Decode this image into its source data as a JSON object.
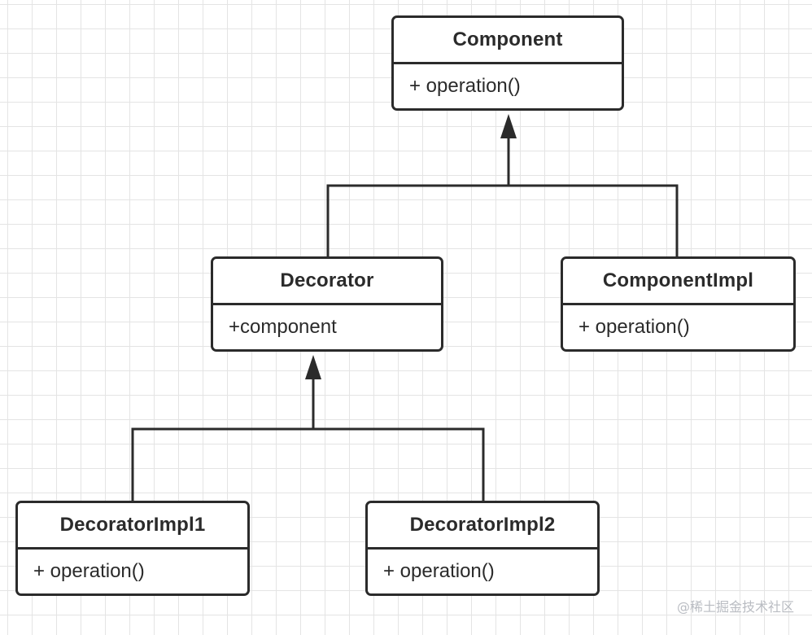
{
  "diagram": {
    "classes": [
      {
        "id": "component",
        "name": "Component",
        "members": [
          "+ operation()"
        ]
      },
      {
        "id": "decorator",
        "name": "Decorator",
        "members": [
          "+component"
        ]
      },
      {
        "id": "componentimpl",
        "name": "ComponentImpl",
        "members": [
          "+ operation()"
        ]
      },
      {
        "id": "decoratorimpl1",
        "name": "DecoratorImpl1",
        "members": [
          "+ operation()"
        ]
      },
      {
        "id": "decoratorimpl2",
        "name": "DecoratorImpl2",
        "members": [
          "+ operation()"
        ]
      }
    ],
    "relations": [
      {
        "type": "inheritance",
        "from": "decorator",
        "to": "component"
      },
      {
        "type": "inheritance",
        "from": "componentimpl",
        "to": "component"
      },
      {
        "type": "inheritance",
        "from": "decoratorimpl1",
        "to": "decorator"
      },
      {
        "type": "inheritance",
        "from": "decoratorimpl2",
        "to": "decorator"
      }
    ]
  },
  "watermark": "@稀土掘金技术社区",
  "colors": {
    "stroke": "#2b2b2b",
    "grid": "#e4e4e4",
    "watermark": "#b9bcc2"
  }
}
